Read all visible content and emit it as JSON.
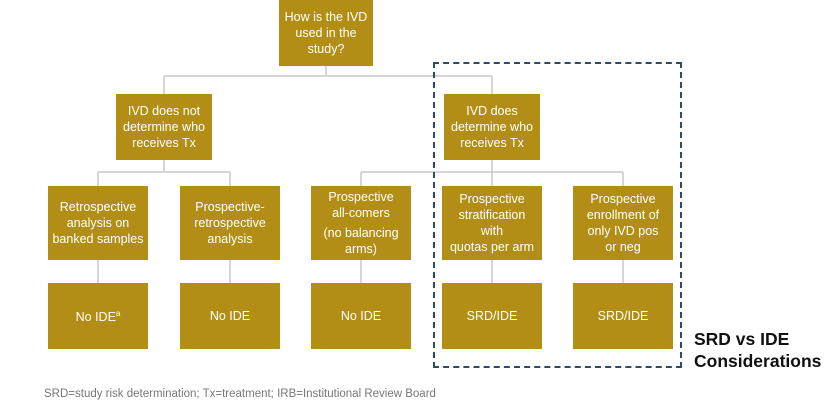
{
  "diagram": {
    "root": {
      "lines": [
        "How is the IVD",
        "used in the",
        "study?"
      ]
    },
    "level2": {
      "left": {
        "lines": [
          "IVD does not",
          "determine who",
          "receives Tx"
        ]
      },
      "right": {
        "lines": [
          "IVD does",
          "determine who",
          "receives Tx"
        ]
      }
    },
    "level3": [
      {
        "lines": [
          "Retrospective",
          "analysis on",
          "banked samples"
        ]
      },
      {
        "lines": [
          "Prospective-",
          "retrospective",
          "analysis"
        ]
      },
      {
        "lines": [
          "Prospective",
          "all-comers",
          "(no balancing",
          "arms)"
        ]
      },
      {
        "lines": [
          "Prospective",
          "stratification with",
          "quotas per arm"
        ]
      },
      {
        "lines": [
          "Prospective",
          "enrollment of",
          "only IVD pos",
          "or neg"
        ]
      }
    ],
    "level4": [
      {
        "label": "No IDE",
        "superscript": "a"
      },
      {
        "label": "No IDE"
      },
      {
        "label": "No IDE"
      },
      {
        "label": "SRD/IDE"
      },
      {
        "label": "SRD/IDE"
      }
    ],
    "callout": {
      "lines": [
        "SRD vs IDE",
        "Considerations"
      ]
    },
    "footnote": "SRD=study risk determination; Tx=treatment; IRB=Institutional Review Board"
  },
  "colors": {
    "box_fill": "#b38e17",
    "box_text": "#ffffff",
    "connector": "#c8c8c8",
    "dashed_border": "#2f4a66",
    "footnote_text": "#777777"
  }
}
